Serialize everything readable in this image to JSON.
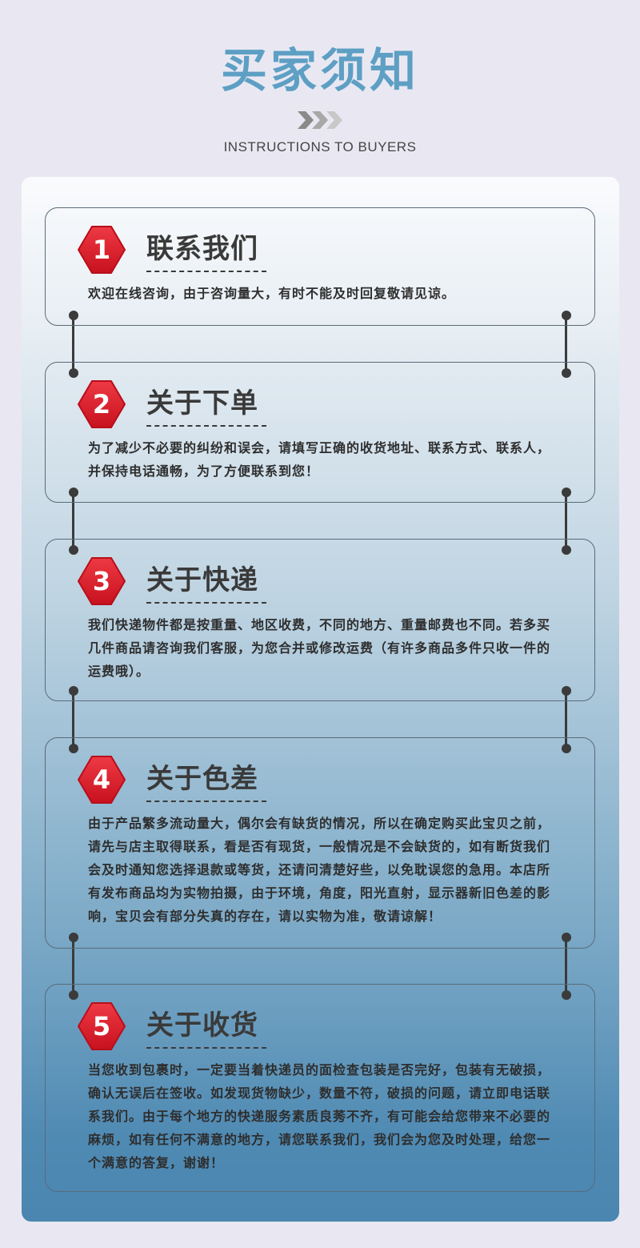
{
  "header": {
    "title": "买家须知",
    "subtitle": "INSTRUCTIONS TO BUYERS"
  },
  "colors": {
    "title": "#5e9fc4",
    "badge": "#d8202e",
    "panel_top": "#fafbfd",
    "panel_bottom": "#4a86b0"
  },
  "sections": [
    {
      "number": "1",
      "title": "联系我们",
      "body": "欢迎在线咨询，由于咨询量大，有时不能及时回复敬请见谅。"
    },
    {
      "number": "2",
      "title": "关于下单",
      "body": "为了减少不必要的纠纷和误会，请填写正确的收货地址、联系方式、联系人，并保持电话通畅，为了方便联系到您！"
    },
    {
      "number": "3",
      "title": "关于快递",
      "body": "我们快递物件都是按重量、地区收费，不同的地方、重量邮费也不同。若多买几件商品请咨询我们客服，为您合并或修改运费（有许多商品多件只收一件的运费哦）。"
    },
    {
      "number": "4",
      "title": "关于色差",
      "body": "由于产品繁多流动量大，偶尔会有缺货的情况，所以在确定购买此宝贝之前，请先与店主取得联系，看是否有现货，一般情况是不会缺货的，如有断货我们会及时通知您选择退款或等货，还请问清楚好些，以免耽误您的急用。本店所有发布商品均为实物拍摄，由于环境，角度，阳光直射，显示器新旧色差的影响，宝贝会有部分失真的存在，请以实物为准，敬请谅解！"
    },
    {
      "number": "5",
      "title": "关于收货",
      "body": "当您收到包裹时，一定要当着快递员的面检查包装是否完好，包装有无破损，确认无误后在签收。如发现货物缺少，数量不符，破损的问题，请立即电话联系我们。由于每个地方的快递服务素质良莠不齐，有可能会给您带来不必要的麻烦，如有任何不满意的地方，请您联系我们，我们会为您及时处理，给您一个满意的答复，谢谢！"
    }
  ]
}
